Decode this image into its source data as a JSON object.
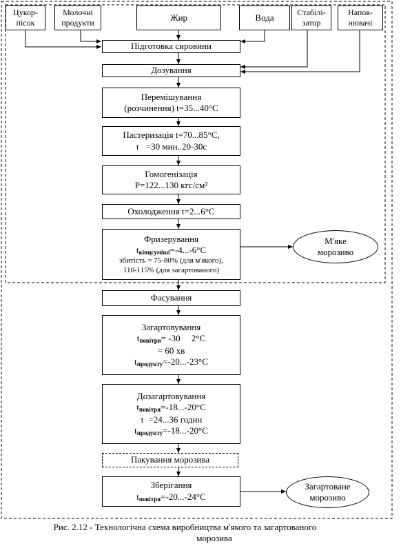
{
  "inputs": {
    "sugar": [
      "Цукор-",
      "пісок"
    ],
    "dairy": [
      "Молочні",
      "продукти"
    ],
    "fat": "Жир",
    "water": "Вода",
    "stabilizer": [
      "Стабілі-",
      "затор"
    ],
    "fillers": [
      "Напов-",
      "нювачі"
    ]
  },
  "steps": {
    "prep": "Підготовка сировини",
    "dosing": "Дозування",
    "mixing": [
      "Перемішування",
      "(розчинення) t=35...40°С"
    ],
    "pasteur": [
      "Пастеризація t=70...85°С,",
      "τ   =30 мин..20-30с"
    ],
    "homog": [
      "Гомогенізація",
      "Р=122...130 кгс/см²"
    ],
    "cooling": "Охолодження t=2...6°С",
    "freezing": {
      "title": "Фризерування",
      "t_prefix": "t",
      "t_sub": "кінцсуміші",
      "t_value": "=-4...-6°С",
      "line2": "збитість = 75-80% (для м'якого),",
      "line3": "110-115% (для загартованого)"
    },
    "packing": "Фасування",
    "hardening": {
      "title": "Загартовування",
      "t_prefix": "t",
      "t_sub": "повітря",
      "t_value": "= -30     2°С",
      "line2": "= 60 хв",
      "p_prefix": "t",
      "p_sub": "продукту",
      "p_value": "=-20...-23°С"
    },
    "post_hardening": {
      "title": "Дозагартовування",
      "t_prefix": "t",
      "t_sub": "повітря",
      "t_value": "=-18...-20°С",
      "line2": "τ  =24...36 годин",
      "p_prefix": "t",
      "p_sub": "продукту",
      "p_value": "=-18...-20°С"
    },
    "wrapping": "Пакування морозива",
    "storage": {
      "title": "Зберігання",
      "t_prefix": "t",
      "t_sub": "повітря",
      "t_value": "=-20...-24°С"
    }
  },
  "outputs": {
    "soft": [
      "М'яке",
      "морозиво"
    ],
    "hardened": [
      "Загартоване",
      "морозиво"
    ]
  },
  "caption": {
    "line1": "Рис. 2.12 - Технологічна схема виробництва м'якого та загартованого",
    "line2": "морозива"
  }
}
